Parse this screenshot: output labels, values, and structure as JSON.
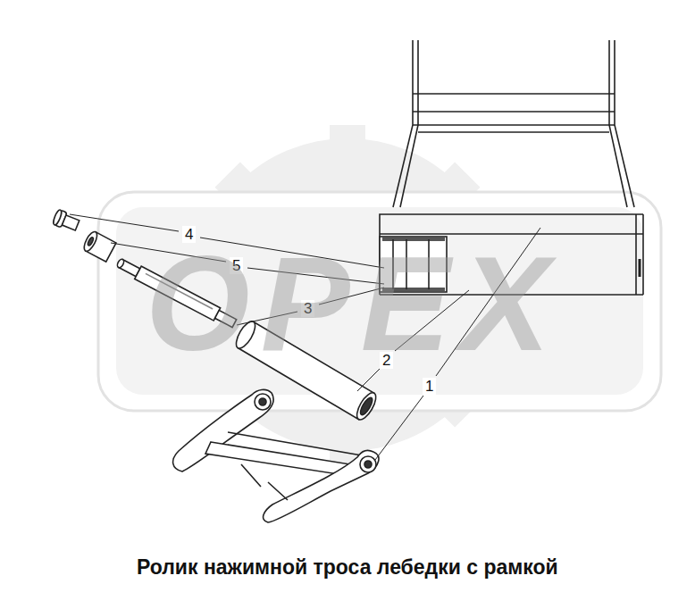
{
  "diagram": {
    "caption": "Ролик нажимной троса лебедки с рамкой",
    "labels": [
      "4",
      "5",
      "3",
      "2",
      "1",
      "OPEX"
    ]
  }
}
